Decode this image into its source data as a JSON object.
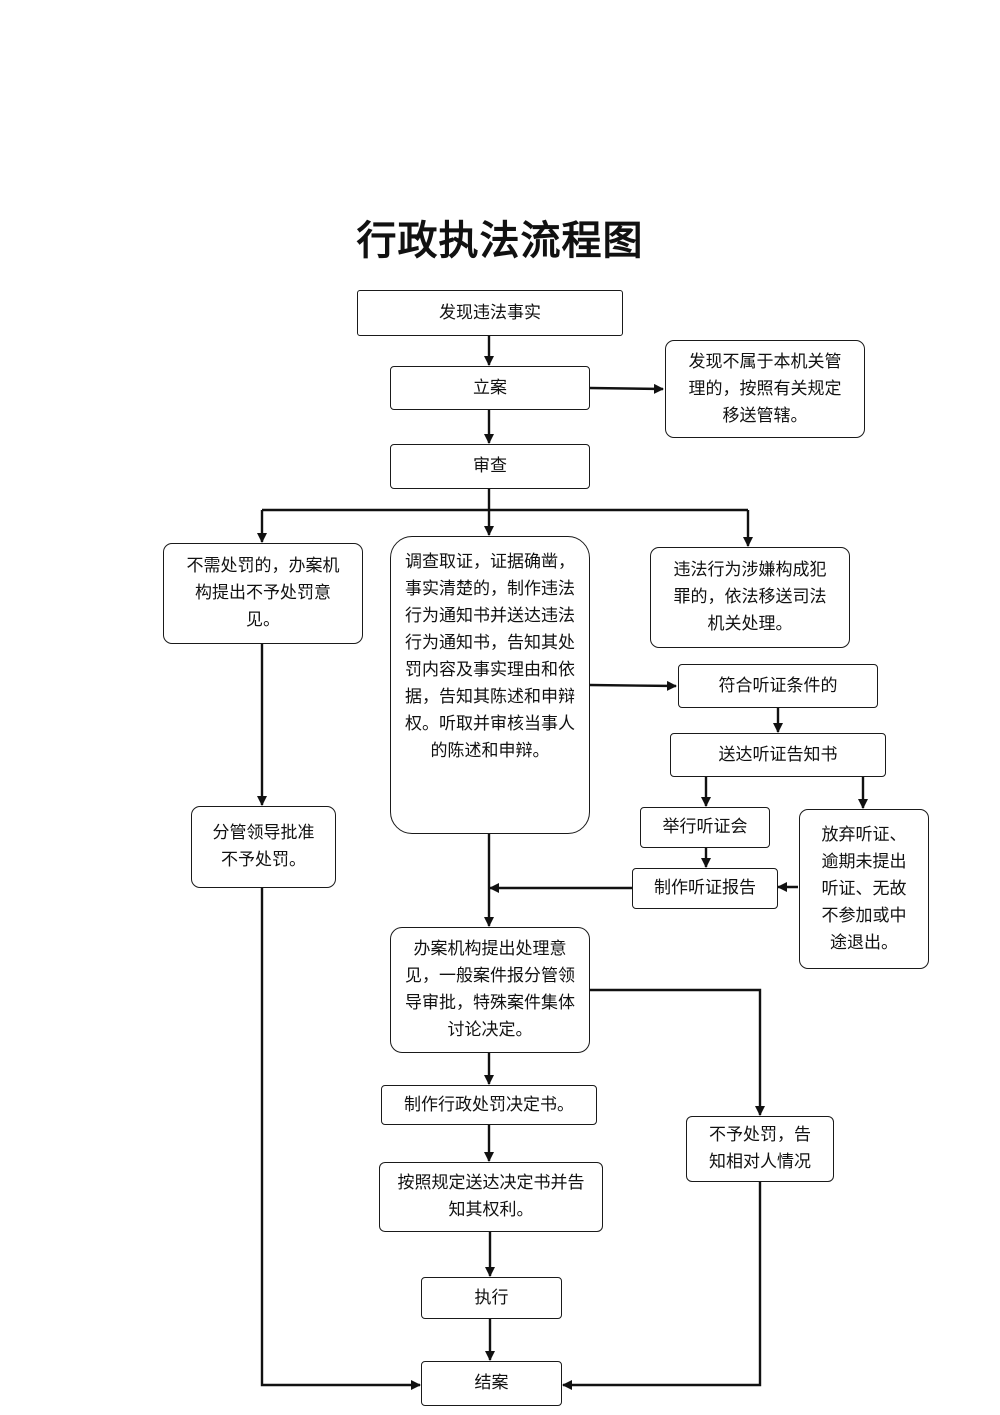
{
  "title": "行政执法流程图",
  "nodes": {
    "discover": "发现违法事实",
    "register": "立案",
    "transfer": "发现不属于本机关管理的，按照有关规定移送管辖。",
    "review": "审查",
    "no_penalty": "不需处罚的，办案机构提出不予处罚意见。",
    "investigate": "调查取证，证据确凿，事实清楚的，制作违法行为通知书并送达违法行为通知书，告知其处罚内容及事实理由和依据，告知其陈述和申辩权。听取并审核当事人的陈述和申辩。",
    "crime": "违法行为涉嫌构成犯罪的，依法移送司法机关处理。",
    "hearing_eligible": "符合听证条件的",
    "hearing_notice": "送达听证告知书",
    "hold_hearing": "举行听证会",
    "waive_hearing": "放弃听证、逾期未提出听证、无故不参加或中途退出。",
    "hearing_report": "制作听证报告",
    "leader_approve": "分管领导批准不予处罚。",
    "opinion": "办案机构提出处理意见，一般案件报分管领导审批，特殊案件集体讨论决定。",
    "decision_doc": "制作行政处罚决定书。",
    "no_penalty_notify": "不予处罚，告知相对人情况",
    "deliver": "按照规定送达决定书并告知其权利。",
    "execute": "执行",
    "close": "结案"
  }
}
